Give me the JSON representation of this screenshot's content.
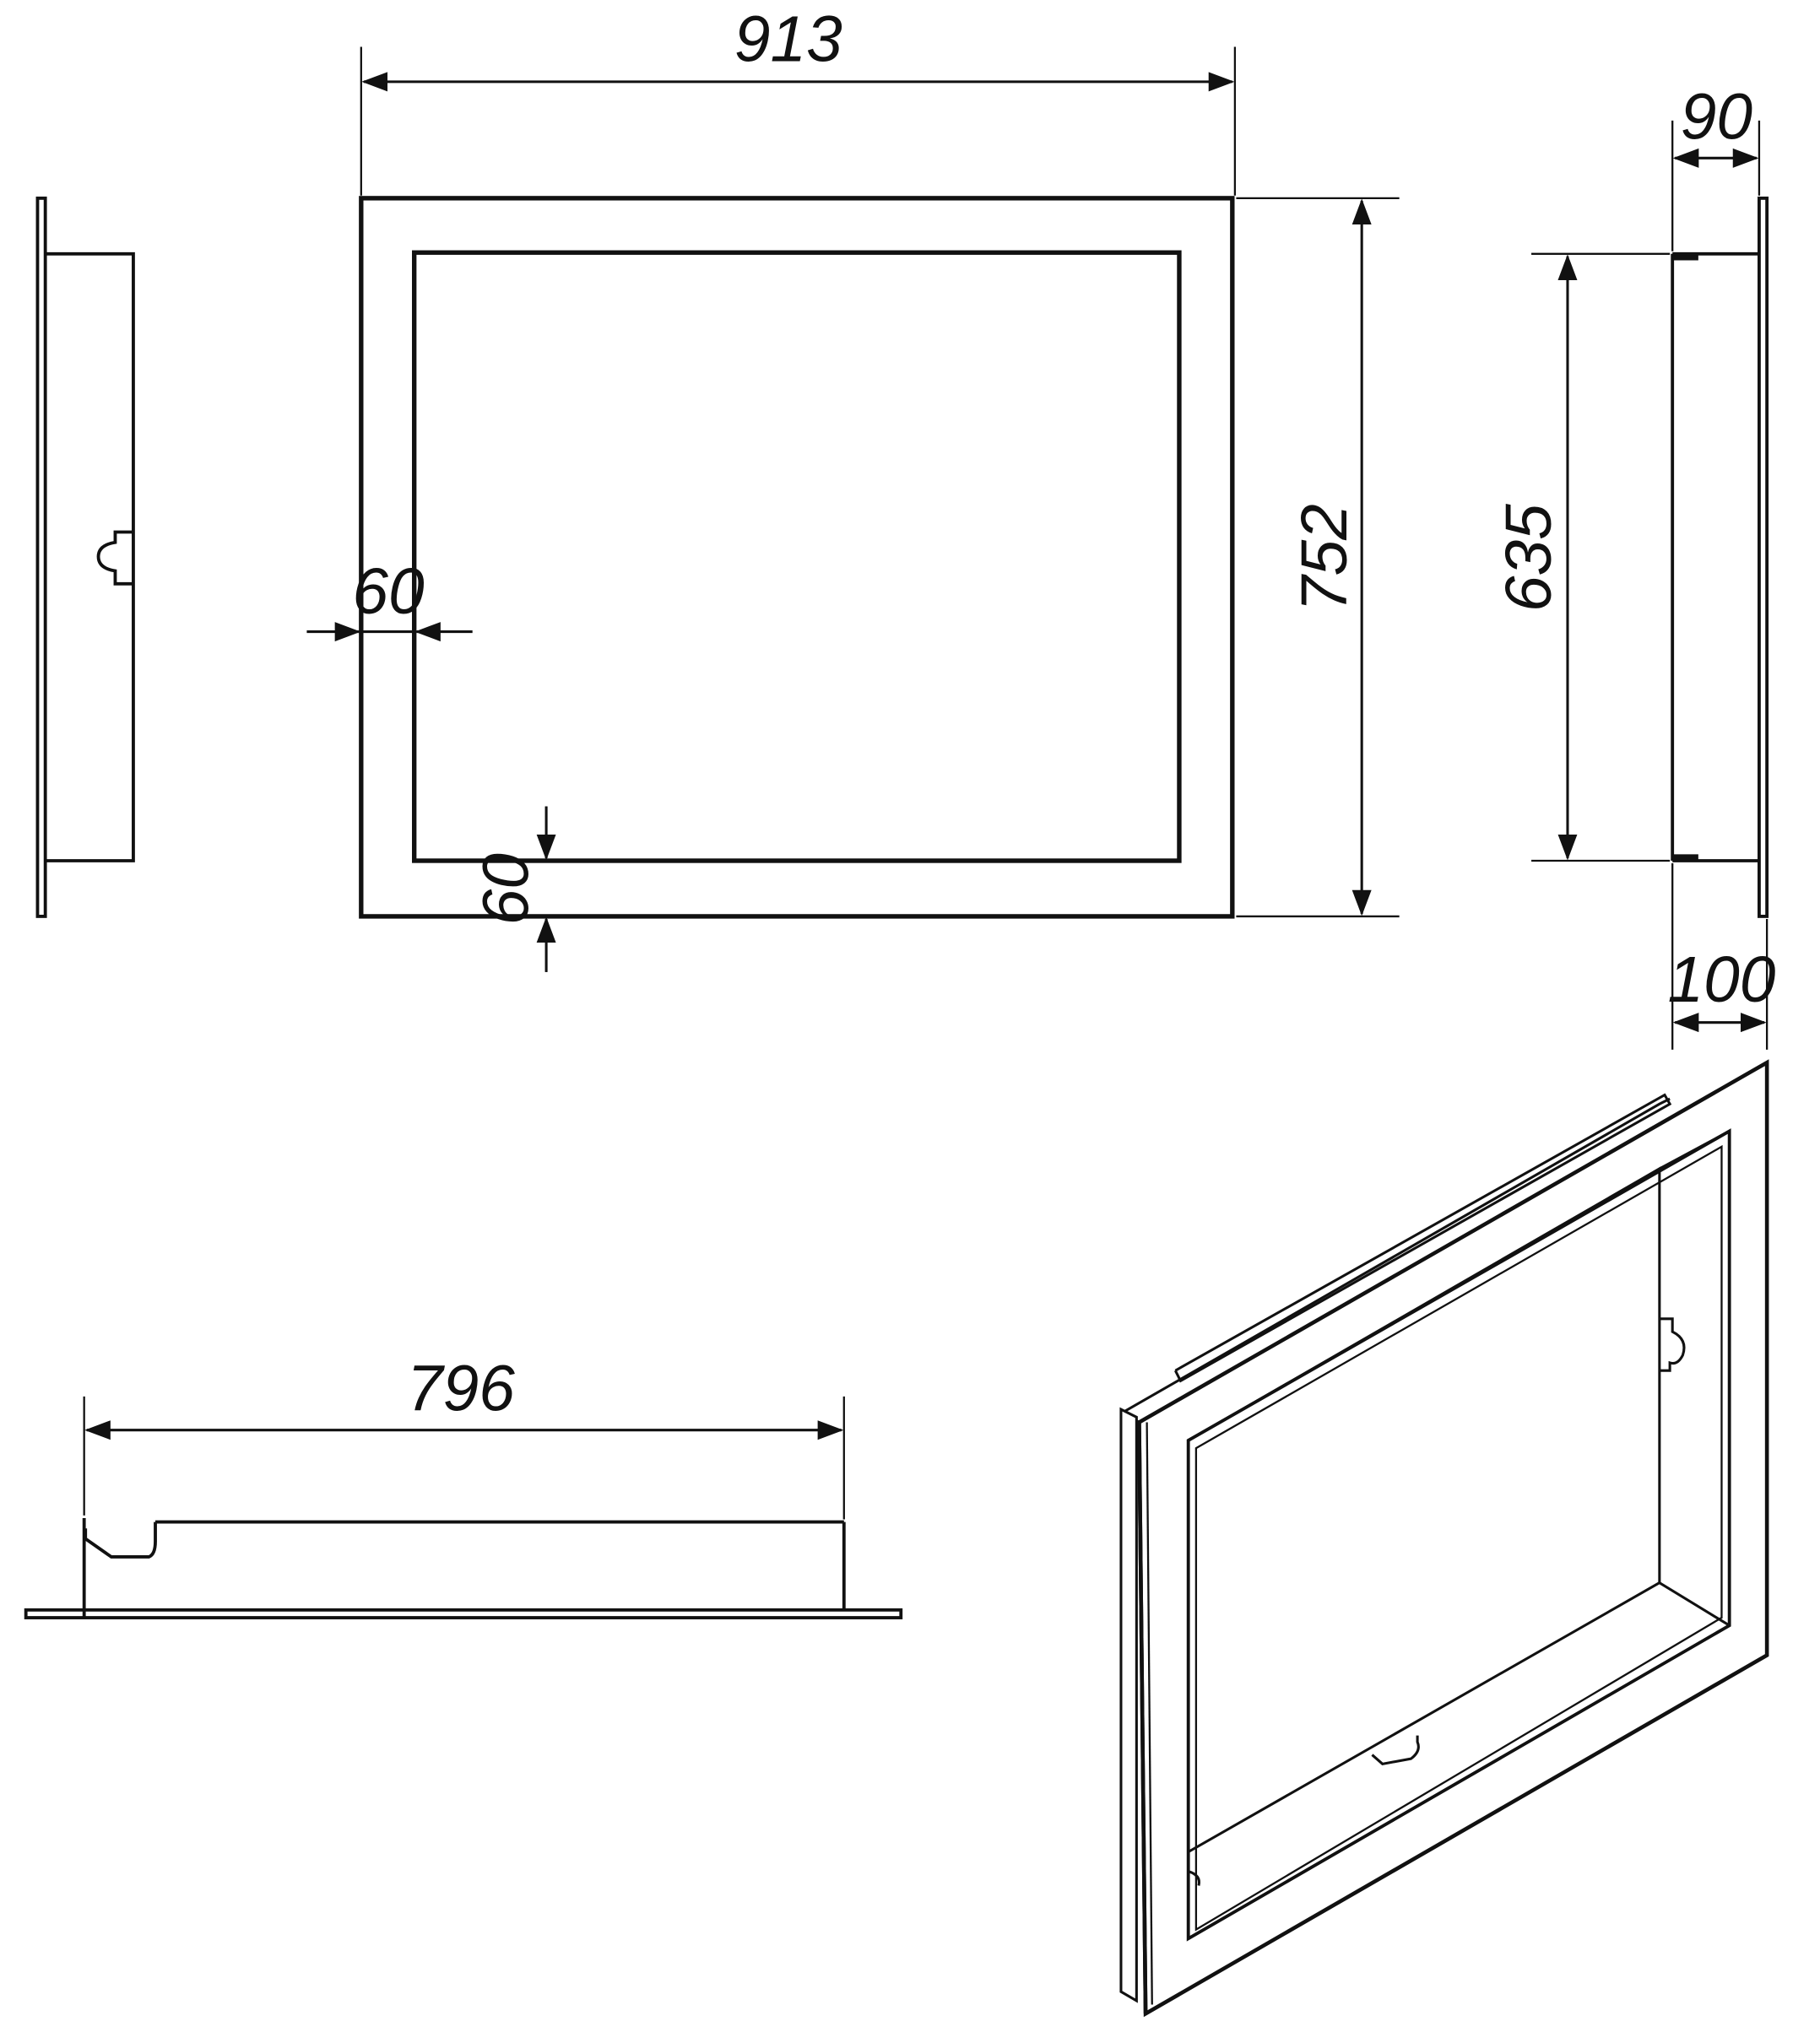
{
  "dimensions": {
    "front_width": "913",
    "front_height": "752",
    "frame_width_side": "60",
    "frame_width_bottom": "60",
    "inner_height": "635",
    "depth_top": "90",
    "depth_bottom": "100",
    "bottom_length": "796"
  },
  "colors": {
    "line": "#111111",
    "background": "#ffffff"
  }
}
